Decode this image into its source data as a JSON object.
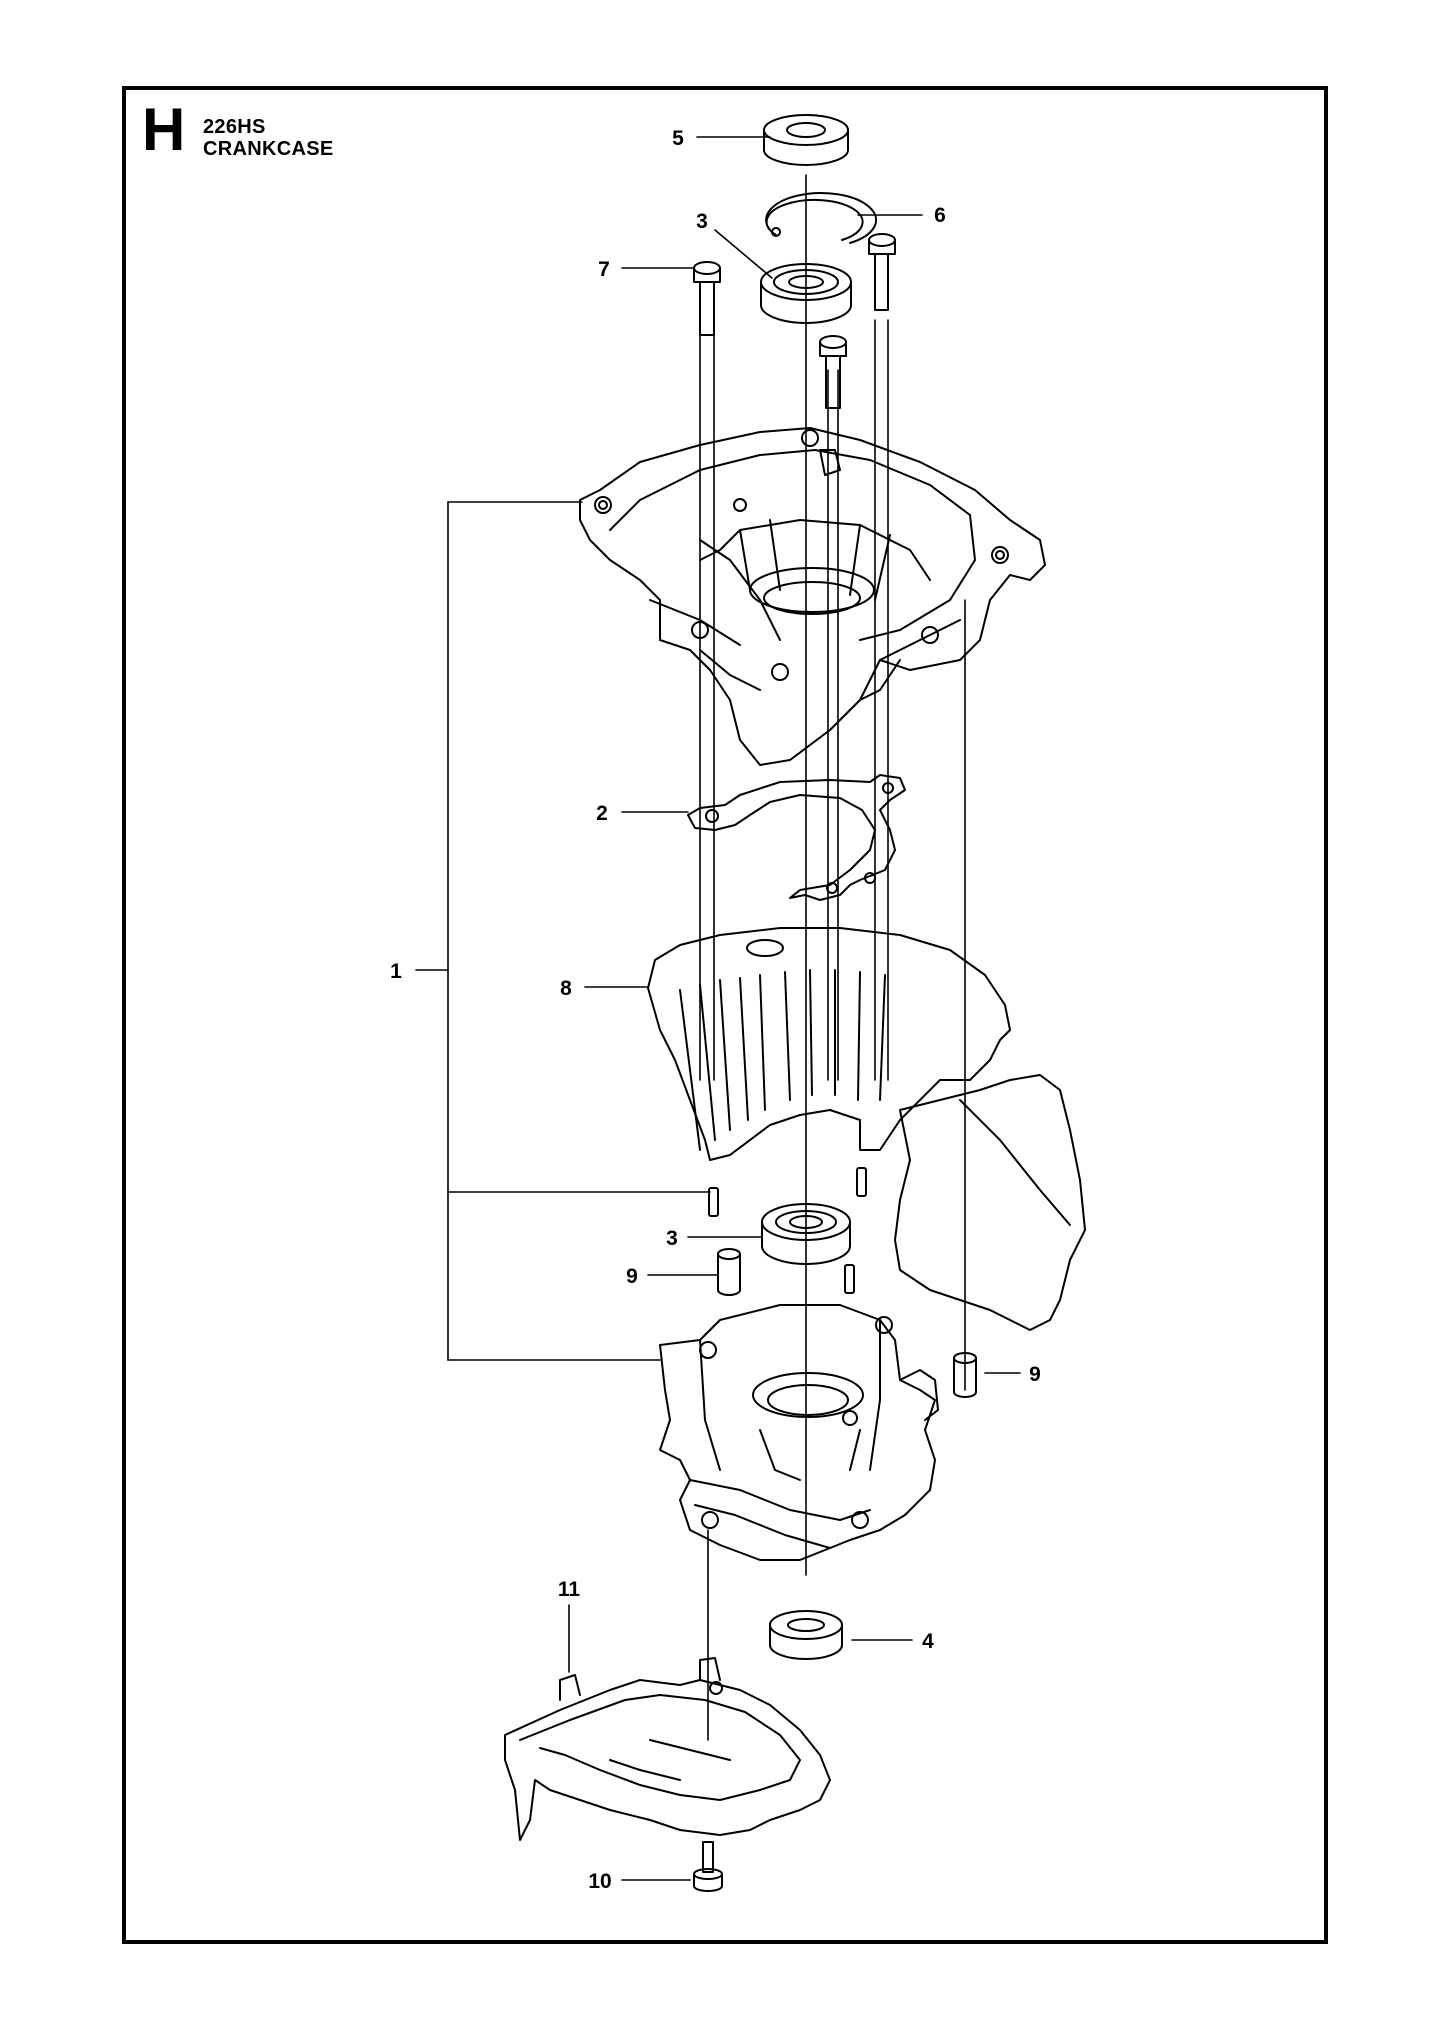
{
  "header": {
    "section_letter": "H",
    "model": "226HS",
    "title": "CRANKCASE"
  },
  "callouts": [
    "1",
    "2",
    "3",
    "3",
    "4",
    "5",
    "6",
    "7",
    "8",
    "9",
    "9",
    "10",
    "11"
  ]
}
